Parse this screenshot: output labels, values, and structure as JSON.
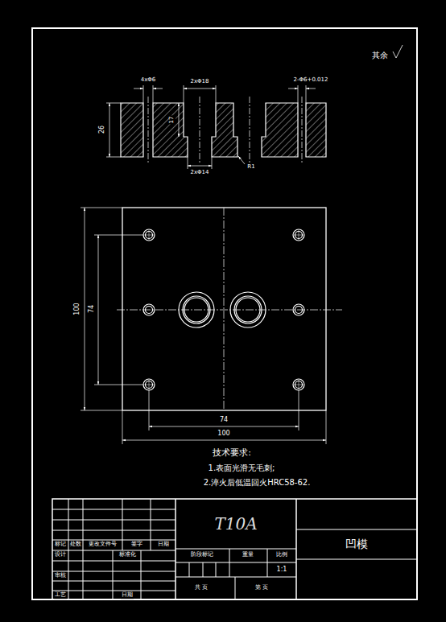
{
  "diagram": {
    "labels": [
      "其余",
      "4xΦ6",
      "2xΦ18",
      "2-Φ6+0.012",
      "26",
      "17",
      "2xΦ14",
      "R1",
      "100",
      "74",
      "74",
      "100",
      "技术要求:",
      "1.表面光滑无毛刺;",
      "2.淬火后低温回火HRC58-62.",
      "T10A",
      "凹模",
      "标记",
      "处数",
      "更改文件号",
      "签字",
      "日期",
      "设计",
      "标准化",
      "审核",
      "工艺",
      "日期",
      "阶段标记",
      "重量",
      "比例",
      "1:1",
      "共 页",
      "第 页"
    ]
  }
}
